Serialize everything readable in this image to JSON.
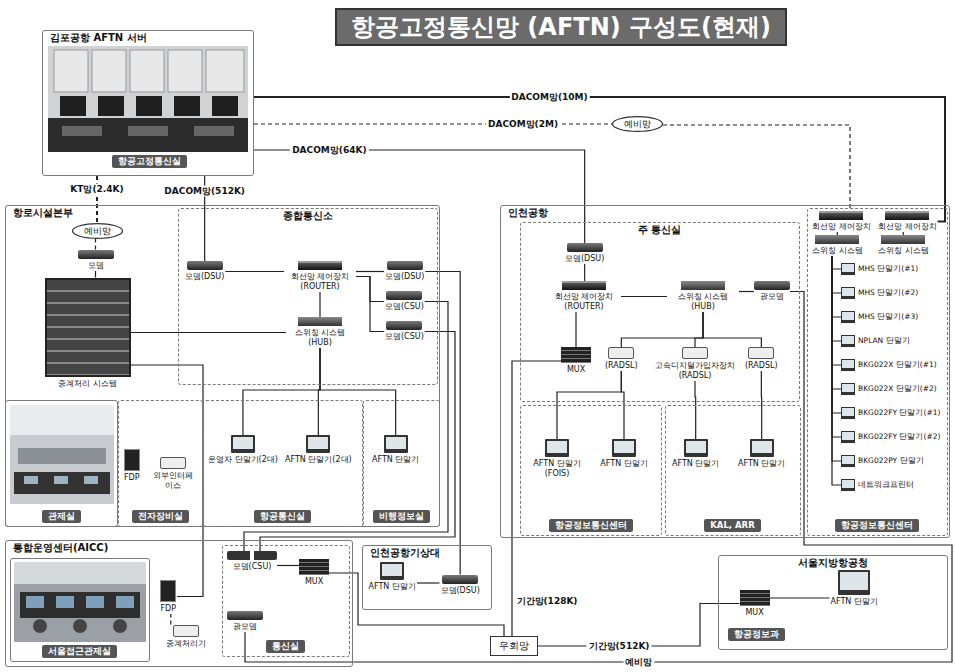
{
  "diagram": {
    "title": "항공고정통신망 (AFTN) 구성도(현재)",
    "nodes": [
      {
        "text": [
          "김포공항 AFTN 서버"
        ]
      },
      {
        "text": [
          "항공고정통신실"
        ],
        "in": 0
      },
      {
        "text": [
          "예비망"
        ]
      },
      {
        "text": [
          "항로시설본부"
        ]
      },
      {
        "text": [
          "예비망"
        ],
        "in": 3
      },
      {
        "text": [
          "모뎀"
        ],
        "in": 3
      },
      {
        "text": [
          "중계처리 시스템"
        ],
        "in": 3
      },
      {
        "text": [
          "종합통신소"
        ],
        "in": 3
      },
      {
        "text": [
          "모뎀(DSU)"
        ],
        "in": 7
      },
      {
        "text": [
          "회선망 제어장치(ROUTER)"
        ],
        "in": 7
      },
      {
        "text": [
          "스위칭 시스템(HUB)"
        ],
        "in": 7
      },
      {
        "text": [
          "모뎀(DSU)"
        ],
        "in": 7
      },
      {
        "text": [
          "모뎀(CSU)"
        ],
        "in": 7
      },
      {
        "text": [
          "모뎀(CSU)"
        ],
        "in": 7
      },
      {
        "text": [
          "관제실"
        ],
        "in": 3
      },
      {
        "text": [
          "전자장비실"
        ],
        "in": 3
      },
      {
        "text": [
          "FDP"
        ],
        "in": 15
      },
      {
        "text": [
          "외부인터페이스"
        ],
        "in": 15
      },
      {
        "text": [
          "항공통신실"
        ],
        "in": 3
      },
      {
        "text": [
          "운영자 단말기(2대)"
        ],
        "in": 18
      },
      {
        "text": [
          "AFTN 단말기(2대)"
        ],
        "in": 18
      },
      {
        "text": [
          "비행정보실"
        ],
        "in": 3
      },
      {
        "text": [
          "AFTN 단말기"
        ],
        "in": 21
      },
      {
        "text": [
          "인천공항"
        ]
      },
      {
        "text": [
          "주 통신실"
        ],
        "in": 23
      },
      {
        "text": [
          "모뎀(DSU)"
        ],
        "in": 24
      },
      {
        "text": [
          "회선망 제어장치(ROUTER)"
        ],
        "in": 24
      },
      {
        "text": [
          "MUX"
        ],
        "in": 24
      },
      {
        "text": [
          "스위칭 시스템(HUB)"
        ],
        "in": 24
      },
      {
        "text": [
          "광모뎀"
        ],
        "in": 24
      },
      {
        "text": [
          "(RADSL)"
        ],
        "in": 24
      },
      {
        "text": [
          "고속디지털가입자장치(RADSL)"
        ],
        "in": 24
      },
      {
        "text": [
          "(RADSL)"
        ],
        "in": 24
      },
      {
        "text": [
          "항공정보통신센터"
        ],
        "in": 23
      },
      {
        "text": [
          "AFTN 단말기(FOIS)"
        ],
        "in": 33
      },
      {
        "text": [
          "AFTN 단말기"
        ],
        "in": 33
      },
      {
        "text": [
          "KAL, ARR"
        ],
        "in": 23
      },
      {
        "text": [
          "AFTN 단말기"
        ],
        "in": 36
      },
      {
        "text": [
          "AFTN 단말기"
        ],
        "in": 36
      },
      {
        "text": [
          "항공정보통신센터"
        ],
        "in": 23
      },
      {
        "text": [
          "회선망 제어장치"
        ],
        "in": 39
      },
      {
        "text": [
          "회선망 제어장치"
        ],
        "in": 39
      },
      {
        "text": [
          "스위칭 시스템"
        ],
        "in": 39
      },
      {
        "text": [
          "스위칭 시스템"
        ],
        "in": 39
      },
      {
        "text": [
          "MHS 단말기(#1)"
        ],
        "in": 39
      },
      {
        "text": [
          "MHS 단말기(#2)"
        ],
        "in": 39
      },
      {
        "text": [
          "MHS 단말기(#3)"
        ],
        "in": 39
      },
      {
        "text": [
          "NPLAN 단말기"
        ],
        "in": 39
      },
      {
        "text": [
          "BKG022X 단말기(#1)"
        ],
        "in": 39
      },
      {
        "text": [
          "BKG022X 단말기(#2)"
        ],
        "in": 39
      },
      {
        "text": [
          "BKG022FY 단말기(#1)"
        ],
        "in": 39
      },
      {
        "text": [
          "BKG022FY 단말기(#2)"
        ],
        "in": 39
      },
      {
        "text": [
          "BKG022PY 단말기"
        ],
        "in": 39
      },
      {
        "text": [
          "네트워크프린터"
        ],
        "in": 39
      },
      {
        "text": [
          "통합운영센터(AICC)"
        ]
      },
      {
        "text": [
          "서울접근관제실"
        ],
        "in": 54
      },
      {
        "text": [
          "FDP"
        ],
        "in": 54
      },
      {
        "text": [
          "중계처리기"
        ],
        "in": 54
      },
      {
        "text": [
          "통신실"
        ],
        "in": 54
      },
      {
        "text": [
          "모뎀(CSU)"
        ],
        "in": 58
      },
      {
        "text": [
          "MUX"
        ],
        "in": 58
      },
      {
        "text": [
          "광모뎀"
        ],
        "in": 58
      },
      {
        "text": [
          "인천공항기상대"
        ]
      },
      {
        "text": [
          "AFTN 단말기"
        ],
        "in": 62
      },
      {
        "text": [
          "모뎀(DSU)"
        ],
        "in": 62
      },
      {
        "text": [
          "우회망"
        ]
      },
      {
        "text": [
          "서울지방항공청"
        ]
      },
      {
        "text": [
          "항공정보과"
        ],
        "in": 66
      },
      {
        "text": [
          "MUX"
        ],
        "in": 66
      },
      {
        "text": [
          "AFTN 단말기"
        ],
        "in": 66
      }
    ],
    "edges": [
      {
        "from": 0,
        "to": 41,
        "arrow": "none",
        "label": "DACOM망(10M)"
      },
      {
        "from": 0,
        "to": 2,
        "arrow": "none",
        "label": "DACOM망(2M)"
      },
      {
        "from": 2,
        "to": 40,
        "arrow": "none"
      },
      {
        "from": 0,
        "to": 25,
        "arrow": "none",
        "label": "DACOM망(64K)"
      },
      {
        "from": 0,
        "to": 8,
        "arrow": "none",
        "label": "DACOM망(512K)"
      },
      {
        "from": 0,
        "to": 4,
        "arrow": "none",
        "label": "KT망(2.4K)"
      },
      {
        "from": 4,
        "to": 5,
        "arrow": "none"
      },
      {
        "from": 5,
        "to": 6,
        "arrow": "none"
      },
      {
        "from": 8,
        "to": 9,
        "arrow": "none"
      },
      {
        "from": 9,
        "to": 10,
        "arrow": "none"
      },
      {
        "from": 9,
        "to": 11,
        "arrow": "none"
      },
      {
        "from": 9,
        "to": 12,
        "arrow": "none"
      },
      {
        "from": 9,
        "to": 13,
        "arrow": "none"
      },
      {
        "from": 6,
        "to": 10,
        "arrow": "none"
      },
      {
        "from": 10,
        "to": 19,
        "arrow": "none"
      },
      {
        "from": 10,
        "to": 20,
        "arrow": "none"
      },
      {
        "from": 10,
        "to": 22,
        "arrow": "none"
      },
      {
        "from": 6,
        "to": 56,
        "arrow": "none"
      },
      {
        "from": 56,
        "to": 57,
        "arrow": "none"
      },
      {
        "from": 11,
        "to": 64,
        "arrow": "none"
      },
      {
        "from": 12,
        "to": 59,
        "arrow": "none"
      },
      {
        "from": 13,
        "to": 59,
        "arrow": "none"
      },
      {
        "from": 63,
        "to": 64,
        "arrow": "none"
      },
      {
        "from": 59,
        "to": 60,
        "arrow": "none"
      },
      {
        "from": 25,
        "to": 26,
        "arrow": "none"
      },
      {
        "from": 26,
        "to": 27,
        "arrow": "none"
      },
      {
        "from": 26,
        "to": 28,
        "arrow": "none"
      },
      {
        "from": 28,
        "to": 29,
        "arrow": "none"
      },
      {
        "from": 28,
        "to": 30,
        "arrow": "none"
      },
      {
        "from": 28,
        "to": 31,
        "arrow": "none"
      },
      {
        "from": 28,
        "to": 32,
        "arrow": "none"
      },
      {
        "from": 30,
        "to": 34,
        "arrow": "none"
      },
      {
        "from": 30,
        "to": 35,
        "arrow": "none"
      },
      {
        "from": 31,
        "to": 37,
        "arrow": "none"
      },
      {
        "from": 32,
        "to": 38,
        "arrow": "none"
      },
      {
        "from": 40,
        "to": 42,
        "arrow": "none"
      },
      {
        "from": 41,
        "to": 43,
        "arrow": "none"
      },
      {
        "from": 42,
        "to": 44,
        "arrow": "none"
      },
      {
        "from": 42,
        "to": 45,
        "arrow": "none"
      },
      {
        "from": 42,
        "to": 46,
        "arrow": "none"
      },
      {
        "from": 42,
        "to": 47,
        "arrow": "none"
      },
      {
        "from": 42,
        "to": 48,
        "arrow": "none"
      },
      {
        "from": 42,
        "to": 49,
        "arrow": "none"
      },
      {
        "from": 42,
        "to": 50,
        "arrow": "none"
      },
      {
        "from": 42,
        "to": 51,
        "arrow": "none"
      },
      {
        "from": 42,
        "to": 52,
        "arrow": "none"
      },
      {
        "from": 42,
        "to": 53,
        "arrow": "none"
      },
      {
        "from": 27,
        "to": 65,
        "arrow": "none",
        "label": "기간망(128K)"
      },
      {
        "from": 60,
        "to": 65,
        "arrow": "none"
      },
      {
        "from": 65,
        "to": 68,
        "arrow": "none",
        "label": "기간망(512K)"
      },
      {
        "from": 68,
        "to": 69,
        "arrow": "none"
      },
      {
        "from": 29,
        "to": 61,
        "arrow": "none",
        "label": "예비망"
      }
    ]
  }
}
